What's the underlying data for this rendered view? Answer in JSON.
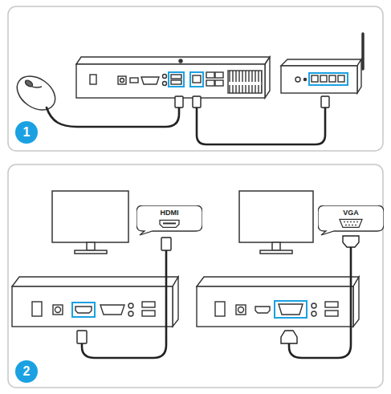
{
  "diagram": {
    "nodes": [
      {
        "text": [
          "1"
        ]
      },
      {
        "text": [
          "HDMI"
        ]
      },
      {
        "text": [
          "VGA"
        ]
      },
      {
        "text": [
          "2"
        ]
      }
    ]
  }
}
